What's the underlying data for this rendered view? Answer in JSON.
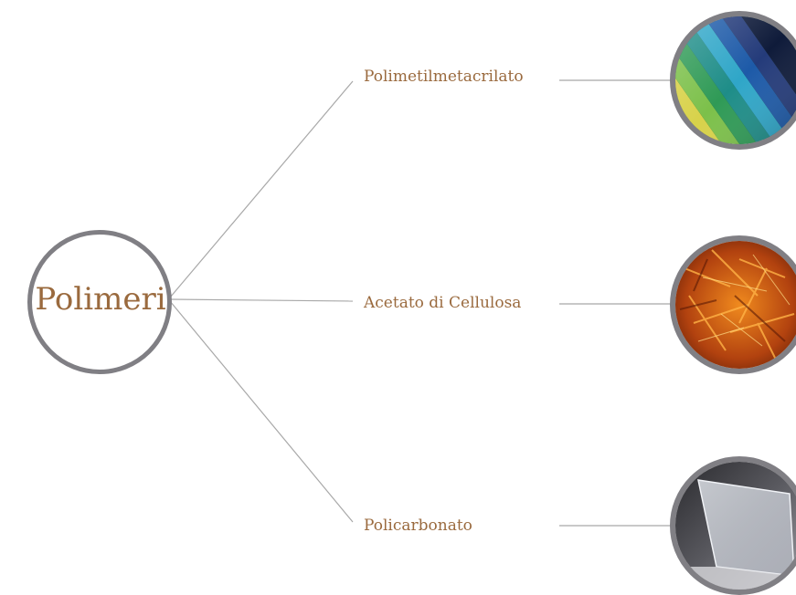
{
  "root": {
    "label": "Polimeri"
  },
  "branches": [
    {
      "label": "Polimetilmetacrilato",
      "image": "colorful-acrylic-sheets-photo"
    },
    {
      "label": "Acetato di Cellulosa",
      "image": "orange-cellulose-acetate-fibers-photo"
    },
    {
      "label": "Policarbonato",
      "image": "clear-polycarbonate-sheet-photo"
    }
  ],
  "colors": {
    "label_text": "#9a6a3e",
    "ring": "#807f84",
    "connector": "#a8a8a8"
  }
}
